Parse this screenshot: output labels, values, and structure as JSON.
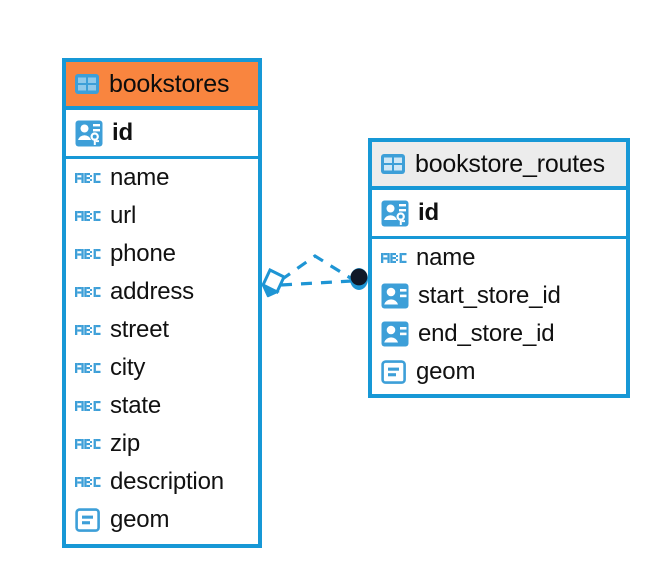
{
  "diagram": {
    "type": "entity-relationship-diagram",
    "background_color": "#ffffff",
    "border_color": "#1798d6",
    "icon_color": "#3d9fd8",
    "text_color": "#111111"
  },
  "tables": [
    {
      "name": "bookstores",
      "header_icon": "table-grid-icon",
      "header_color": "#f9853f",
      "primary_key": {
        "label": "id",
        "icon": "primary-key-icon"
      },
      "fields": [
        {
          "label": "name",
          "icon": "text-abc-icon"
        },
        {
          "label": "url",
          "icon": "text-abc-icon"
        },
        {
          "label": "phone",
          "icon": "text-abc-icon"
        },
        {
          "label": "address",
          "icon": "text-abc-icon"
        },
        {
          "label": "street",
          "icon": "text-abc-icon"
        },
        {
          "label": "city",
          "icon": "text-abc-icon"
        },
        {
          "label": "state",
          "icon": "text-abc-icon"
        },
        {
          "label": "zip",
          "icon": "text-abc-icon"
        },
        {
          "label": "description",
          "icon": "text-abc-icon"
        },
        {
          "label": "geom",
          "icon": "geometry-icon"
        }
      ]
    },
    {
      "name": "bookstore_routes",
      "header_icon": "table-grid-icon",
      "header_color": "#ececec",
      "primary_key": {
        "label": "id",
        "icon": "primary-key-icon"
      },
      "fields": [
        {
          "label": "name",
          "icon": "text-abc-icon"
        },
        {
          "label": "start_store_id",
          "icon": "foreign-key-icon"
        },
        {
          "label": "end_store_id",
          "icon": "foreign-key-icon"
        },
        {
          "label": "geom",
          "icon": "geometry-icon"
        }
      ]
    }
  ],
  "relationship": {
    "style": "dashed",
    "color": "#1e95d4",
    "source_marker": "diamond-marker",
    "target_marker": "filled-dot-marker",
    "target_marker_color": "#101828"
  }
}
